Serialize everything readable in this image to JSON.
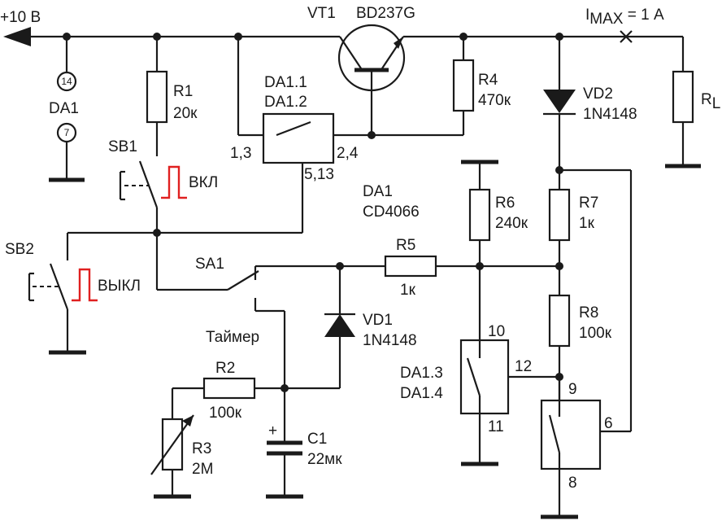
{
  "supply": {
    "label": "+10 В"
  },
  "transistor": {
    "ref": "VT1",
    "part": "BD237G"
  },
  "imax": {
    "prefix": "I",
    "sub": "MAX",
    "value": " = 1 А"
  },
  "rl": {
    "prefix": "R",
    "sub": "L"
  },
  "da1": {
    "pin_vdd": "14",
    "pin_gnd": "7",
    "ref": "DA1",
    "chip_ref": "DA1",
    "chip_part": "CD4066"
  },
  "r1": {
    "ref": "R1",
    "value": "20к"
  },
  "r2": {
    "ref": "R2",
    "value": "100к"
  },
  "r3": {
    "ref": "R3",
    "value": "2М"
  },
  "r4": {
    "ref": "R4",
    "value": "470к"
  },
  "r5": {
    "ref": "R5",
    "value": "1к"
  },
  "r6": {
    "ref": "R6",
    "value": "240к"
  },
  "r7": {
    "ref": "R7",
    "value": "1к"
  },
  "r8": {
    "ref": "R8",
    "value": "100к"
  },
  "vd1": {
    "ref": "VD1",
    "part": "1N4148"
  },
  "vd2": {
    "ref": "VD2",
    "part": "1N4148"
  },
  "c1": {
    "ref": "C1",
    "value": "22мк",
    "polarity": "+"
  },
  "sw12": {
    "ref1": "DA1.1",
    "ref2": "DA1.2",
    "pin_in": "1,3",
    "pin_out": "2,4",
    "pin_ctrl": "5,13"
  },
  "sw34": {
    "ref1": "DA1.3",
    "ref2": "DA1.4",
    "pin_top": "10",
    "pin_bottom": "11",
    "pin_ctrl": "12"
  },
  "sw_right": {
    "pin_top": "9",
    "pin_ctrl": "6",
    "pin_bottom": "8"
  },
  "sb1": {
    "ref": "SB1",
    "label": "ВКЛ"
  },
  "sb2": {
    "ref": "SB2",
    "label": "ВЫКЛ"
  },
  "sa1": {
    "ref": "SA1",
    "label": "Таймер"
  },
  "colors": {
    "line": "#1a1a1a",
    "pulse": "#e02020",
    "background": "#ffffff"
  }
}
